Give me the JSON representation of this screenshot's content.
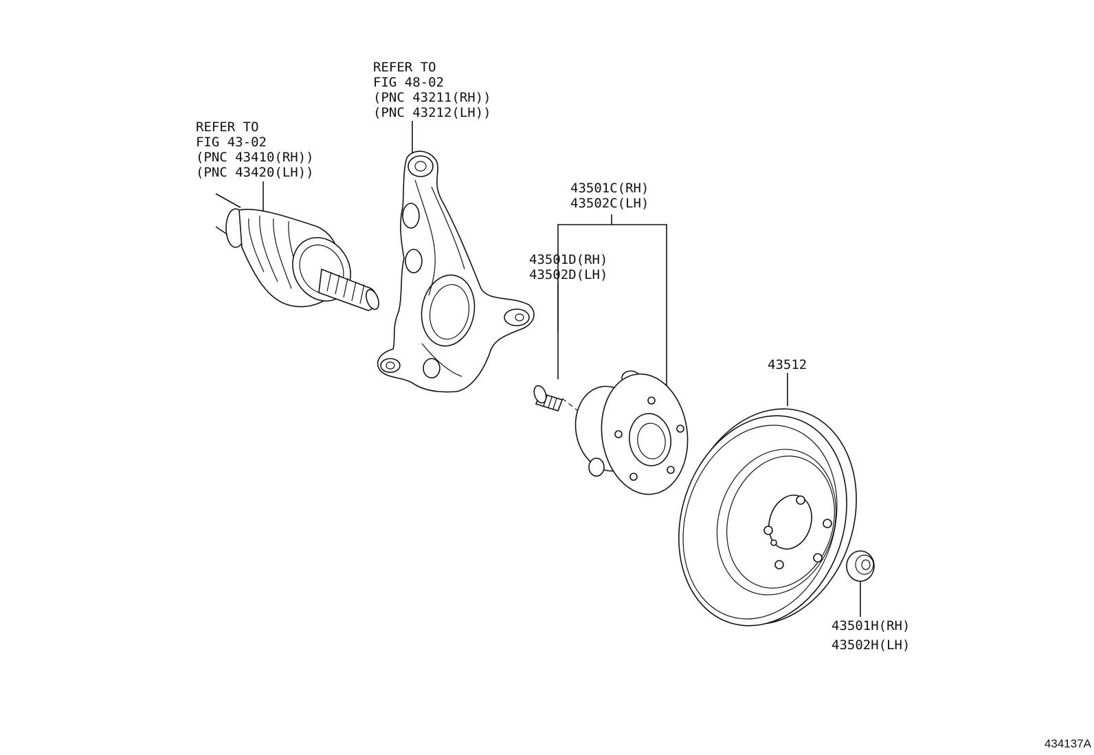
{
  "labels": {
    "driveshaft": [
      "REFER TO",
      "FIG 43-02",
      "(PNC 43410(RH))",
      "(PNC 43420(LH))"
    ],
    "knuckle": [
      "REFER TO",
      "FIG 48-02",
      "(PNC 43211(RH))",
      "(PNC 43212(LH))"
    ],
    "hub": [
      "43501C(RH)",
      "43502C(LH)"
    ],
    "bolt": [
      "43501D(RH)",
      "43502D(LH)"
    ],
    "disc": [
      "43512"
    ],
    "nut": [
      "43501H(RH)",
      "43502H(LH)"
    ]
  },
  "figure_id": "434137A"
}
